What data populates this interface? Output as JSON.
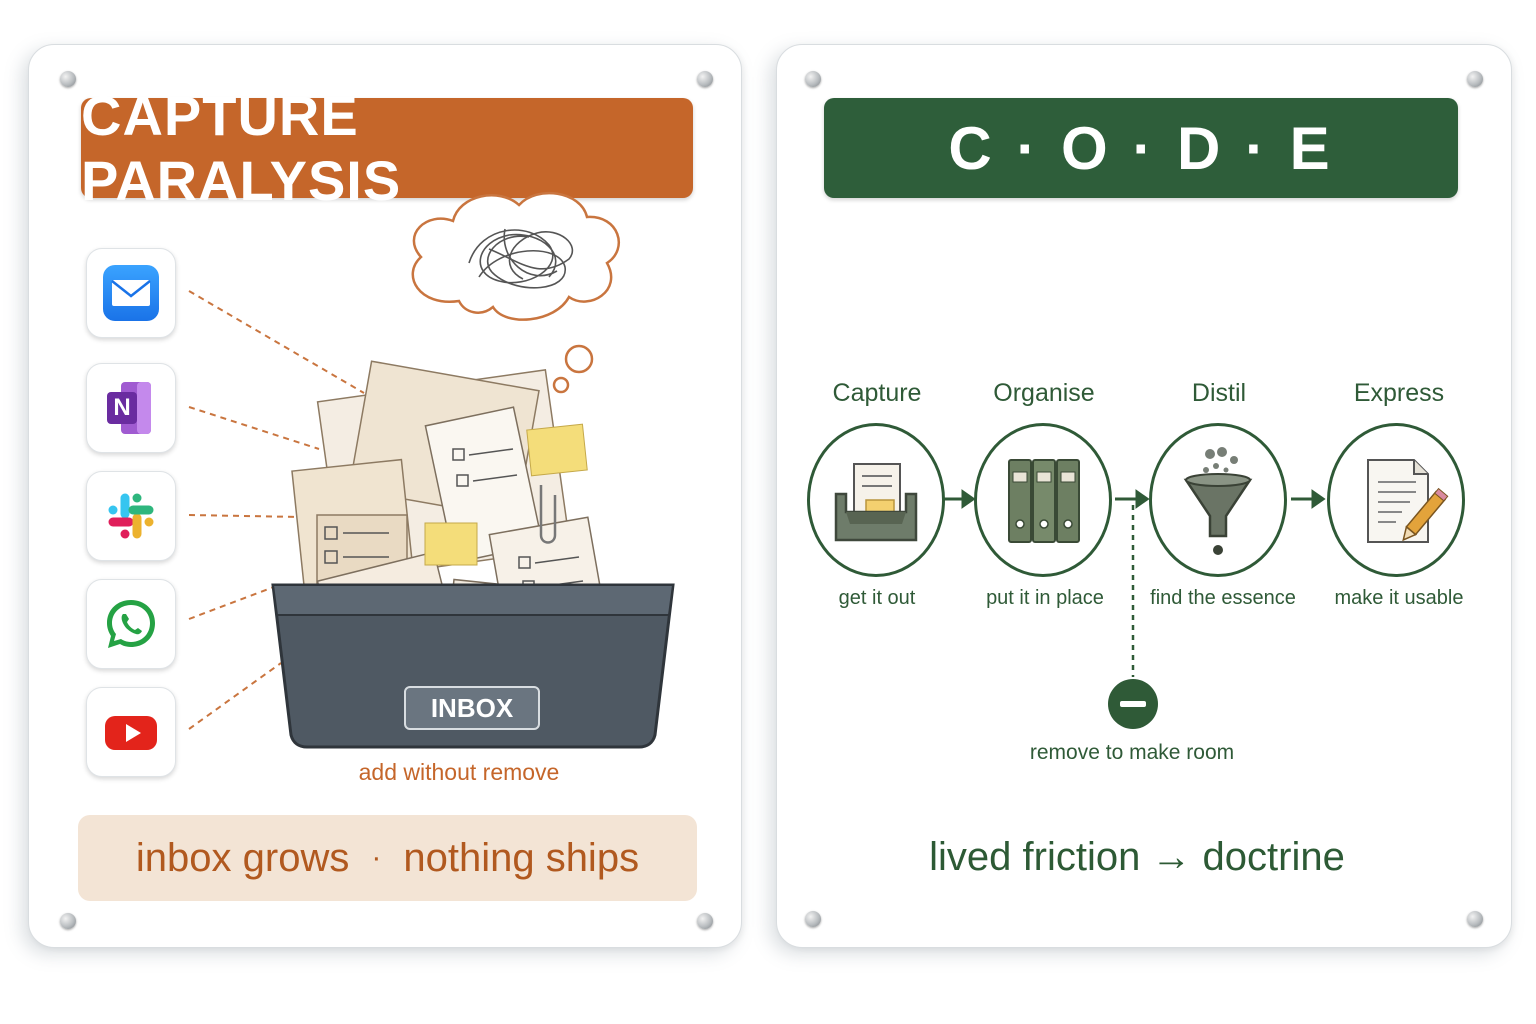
{
  "left": {
    "title": "CAPTURE PARALYSIS",
    "inbox_label": "INBOX",
    "caption": "add without remove",
    "footer_part1": "inbox grows",
    "footer_separator": "·",
    "footer_part2": "nothing ships",
    "app_icons": [
      "mail-icon",
      "onenote-icon",
      "slack-icon",
      "whatsapp-icon",
      "youtube-icon"
    ],
    "onenote_letter": "N",
    "colors": {
      "accent": "#c5662a",
      "footer_bg": "#f3e4d5"
    }
  },
  "right": {
    "title": "C · O · D · E",
    "steps": [
      {
        "title": "Capture",
        "subtitle": "get it out",
        "icon": "inbox-tray-icon"
      },
      {
        "title": "Organise",
        "subtitle": "put it in place",
        "icon": "binders-icon"
      },
      {
        "title": "Distil",
        "subtitle": "find the essence",
        "icon": "funnel-icon"
      },
      {
        "title": "Express",
        "subtitle": "make it usable",
        "icon": "document-pencil-icon"
      }
    ],
    "remove_label": "remove to make room",
    "footer": "lived friction → doctrine",
    "colors": {
      "accent": "#2e5e3a"
    }
  }
}
